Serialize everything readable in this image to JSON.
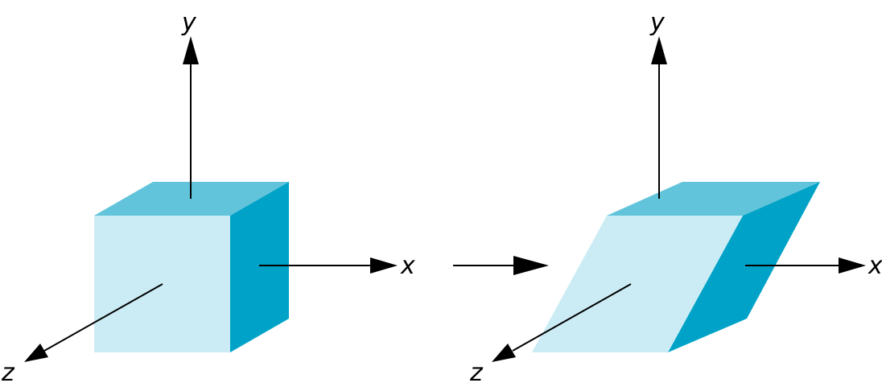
{
  "colors": {
    "front_face": "#cbecf4",
    "top_face": "#62c4db",
    "side_face": "#00a3c7",
    "axis": "#000000"
  },
  "left_figure": {
    "y_label": "y",
    "x_label": "x",
    "z_label": "z"
  },
  "right_figure": {
    "y_label": "y",
    "x_label": "x",
    "z_label": "z"
  }
}
